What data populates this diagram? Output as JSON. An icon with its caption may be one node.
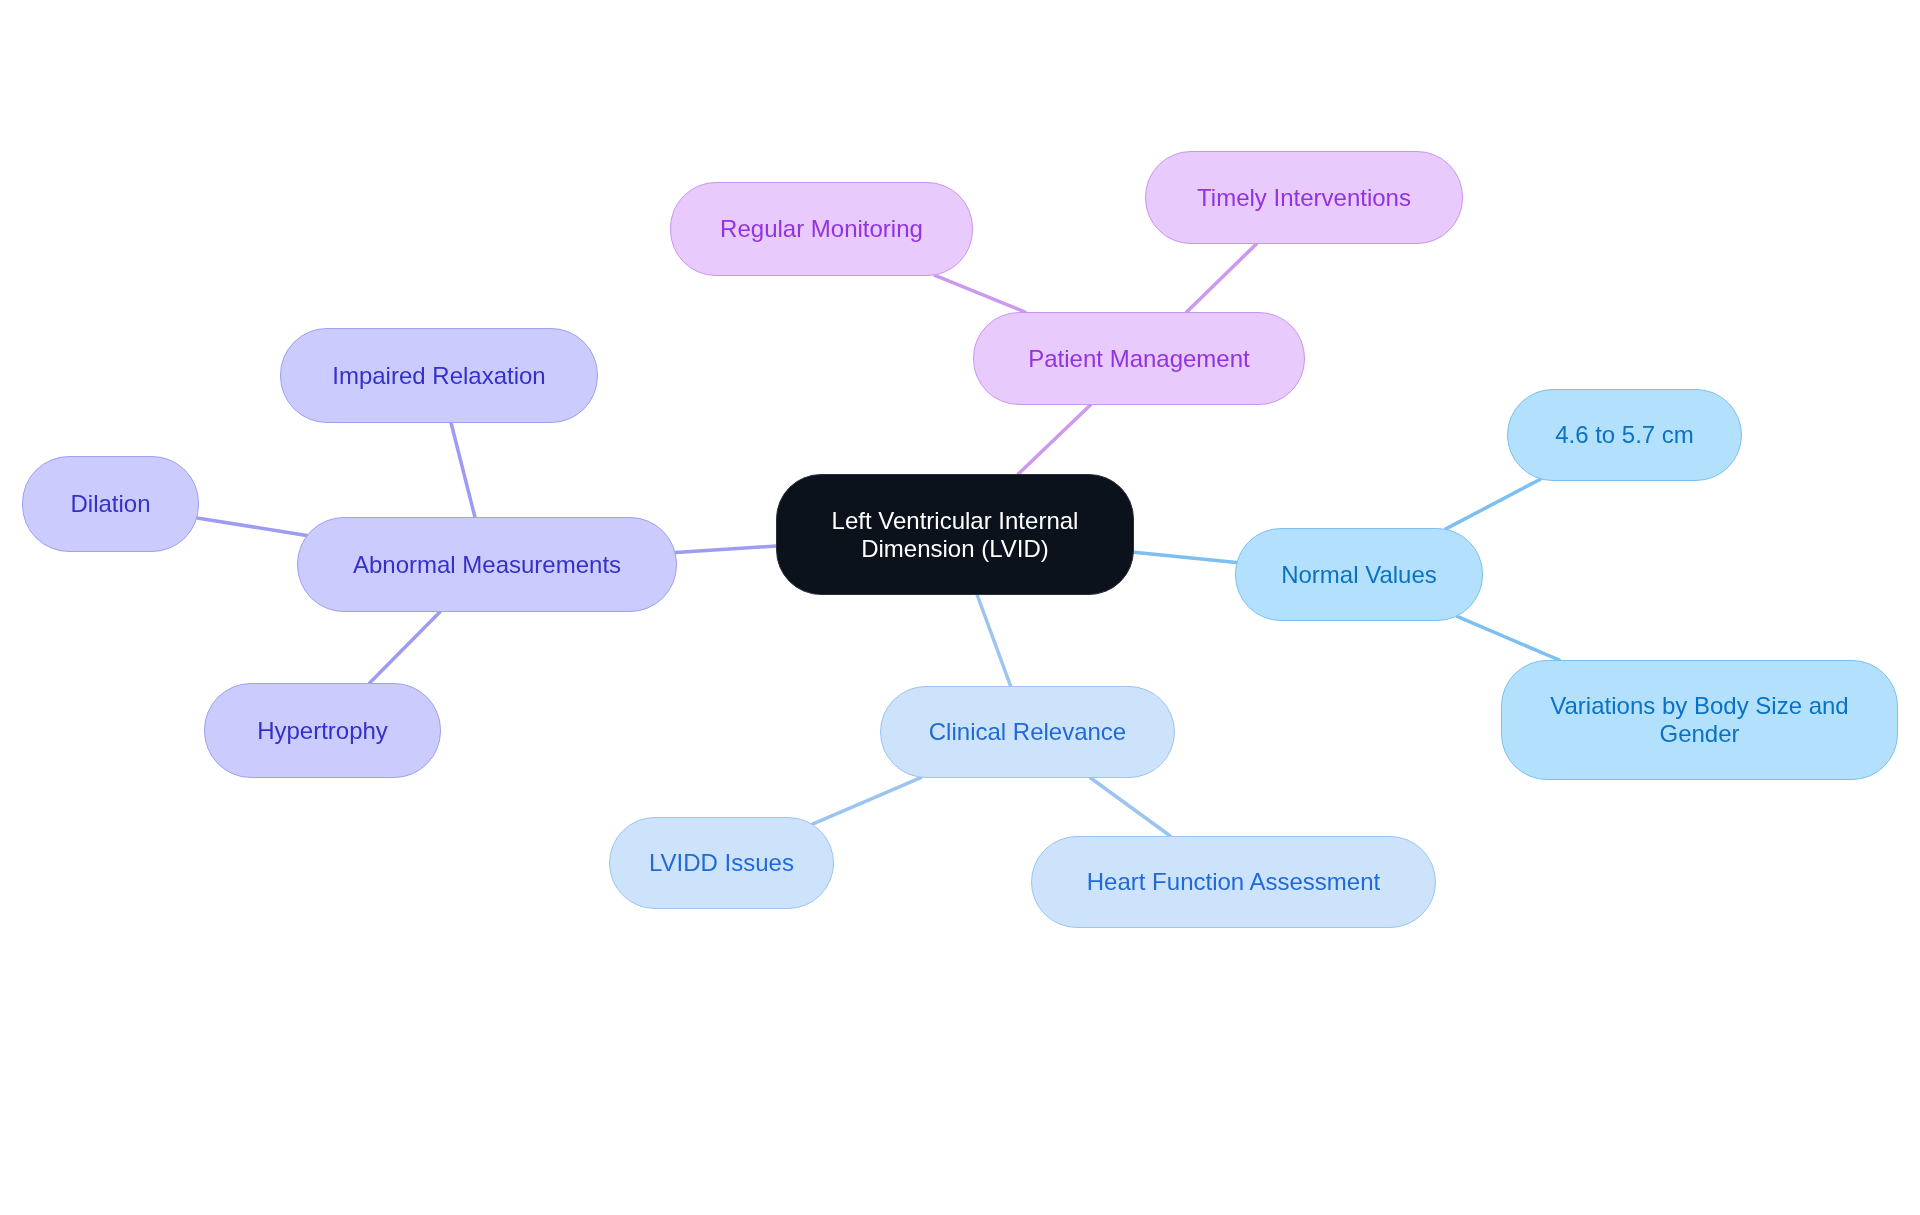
{
  "diagram": {
    "nodes": [
      {
        "text": [
          "Left Ventricular Internal Dimension (LVID)"
        ]
      },
      {
        "text": [
          "Patient Management"
        ]
      },
      {
        "text": [
          "Regular Monitoring"
        ]
      },
      {
        "text": [
          "Timely Interventions"
        ]
      },
      {
        "text": [
          "Normal Values"
        ]
      },
      {
        "text": [
          "4.6 to 5.7 cm"
        ]
      },
      {
        "text": [
          "Variations by Body Size and Gender"
        ]
      },
      {
        "text": [
          "Clinical Relevance"
        ]
      },
      {
        "text": [
          "LVIDD Issues"
        ]
      },
      {
        "text": [
          "Heart Function Assessment"
        ]
      },
      {
        "text": [
          "Abnormal Measurements"
        ]
      },
      {
        "text": [
          "Impaired Relaxation"
        ]
      },
      {
        "text": [
          "Dilation"
        ]
      },
      {
        "text": [
          "Hypertrophy"
        ]
      }
    ],
    "edges": [
      {
        "from": 0,
        "to": 1,
        "arrow": "none",
        "color": "#cc99f0"
      },
      {
        "from": 1,
        "to": 2,
        "arrow": "none",
        "color": "#cc99f0"
      },
      {
        "from": 1,
        "to": 3,
        "arrow": "none",
        "color": "#cc99f0"
      },
      {
        "from": 0,
        "to": 4,
        "arrow": "none",
        "color": "#7cbff0"
      },
      {
        "from": 4,
        "to": 5,
        "arrow": "none",
        "color": "#7cbff0"
      },
      {
        "from": 4,
        "to": 6,
        "arrow": "none",
        "color": "#7cbff0"
      },
      {
        "from": 0,
        "to": 7,
        "arrow": "none",
        "color": "#9cc4f0"
      },
      {
        "from": 7,
        "to": 8,
        "arrow": "none",
        "color": "#9cc4f0"
      },
      {
        "from": 7,
        "to": 9,
        "arrow": "none",
        "color": "#9cc4f0"
      },
      {
        "from": 0,
        "to": 10,
        "arrow": "none"
      },
      {
        "from": 10,
        "to": 11,
        "arrow": "none"
      },
      {
        "from": 10,
        "to": 12,
        "arrow": "none"
      },
      {
        "from": 10,
        "to": 13,
        "arrow": "none"
      }
    ]
  }
}
